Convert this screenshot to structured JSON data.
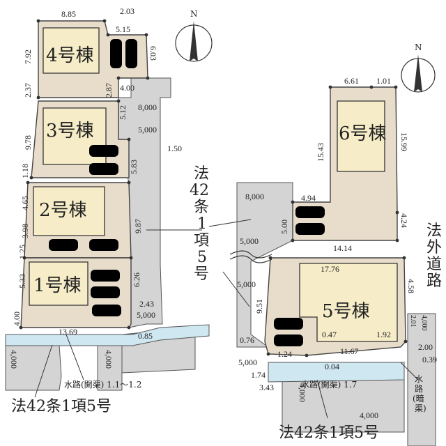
{
  "buildings": {
    "b1": "1号棟",
    "b2": "2号棟",
    "b3": "3号棟",
    "b4": "4号棟",
    "b5": "5号棟",
    "b6": "6号棟"
  },
  "compass": {
    "north_label": "N"
  },
  "roads": {
    "private_road": [
      "法",
      "42",
      "条",
      "1",
      "項",
      "5",
      "号"
    ],
    "outside_road": [
      "法",
      "外",
      "道",
      "路"
    ],
    "bottom_left": "法42条1項5号",
    "bottom_right": "法42条1項5号"
  },
  "waterways": {
    "left": "水路(開渠) 1.1～1.2",
    "right": "水路(開渠) 1.7",
    "right_culvert": [
      "水",
      "路",
      "(暗",
      "渠)"
    ]
  },
  "dims": {
    "d_8_85": "8.85",
    "d_2_03": "2.03",
    "d_5_15": "5.15",
    "d_7_92": "7.92",
    "d_6_03": "6.03",
    "d_2_37": "2.37",
    "d_2_87": "2.87",
    "d_4_00a": "4.00",
    "d_8000a": "8,000",
    "d_5_12": "5.12",
    "d_5000a": "5,000",
    "d_9_78": "9.78",
    "d_1_50": "1.50",
    "d_5_83": "5.83",
    "d_1_18": "1.18",
    "d_4_65": "4.65",
    "d_3_98": "3.98",
    "d_9_87": "9.87",
    "d_1_25": "1.25",
    "d_5_33": "5.33",
    "d_6_26": "6.26",
    "d_4_00b": "4.00",
    "d_2_43": "2.43",
    "d_5000b": "5,000",
    "d_13_69": "13.69",
    "d_0_85": "0.85",
    "d_4000a": "4,000",
    "d_4000b": "4,000",
    "d_6_61": "6.61",
    "d_1_01": "1.01",
    "d_15_43": "15.43",
    "d_15_99": "15.99",
    "d_8000b": "8,000",
    "d_4_94": "4.94",
    "d_5_00": "5.00",
    "d_4_24": "4.24",
    "d_5000c": "5,000",
    "d_14_14": "14.14",
    "d_17_76": "17.76",
    "d_5000d": "5,000",
    "d_9_51": "9.51",
    "d_4_58": "4.58",
    "d_2_01": "2.01",
    "d_4000c": "4,000",
    "d_0_47": "0.47",
    "d_1_92": "1.92",
    "d_2_00": "2.00",
    "d_0_76": "0.76",
    "d_11_67": "11.67",
    "d_0_39": "0.39",
    "d_1_24": "1.24",
    "d_5000e": "5,000",
    "d_0_04": "0.04",
    "d_1_74": "1.74",
    "d_3_43": "3.43",
    "d_4000d": "4,000",
    "d_4000e": "4,000"
  },
  "colors": {
    "lot": "#e8dccb",
    "house": "#f6edc8",
    "road": "#d4d4d4",
    "water": "#cfe7f1"
  }
}
